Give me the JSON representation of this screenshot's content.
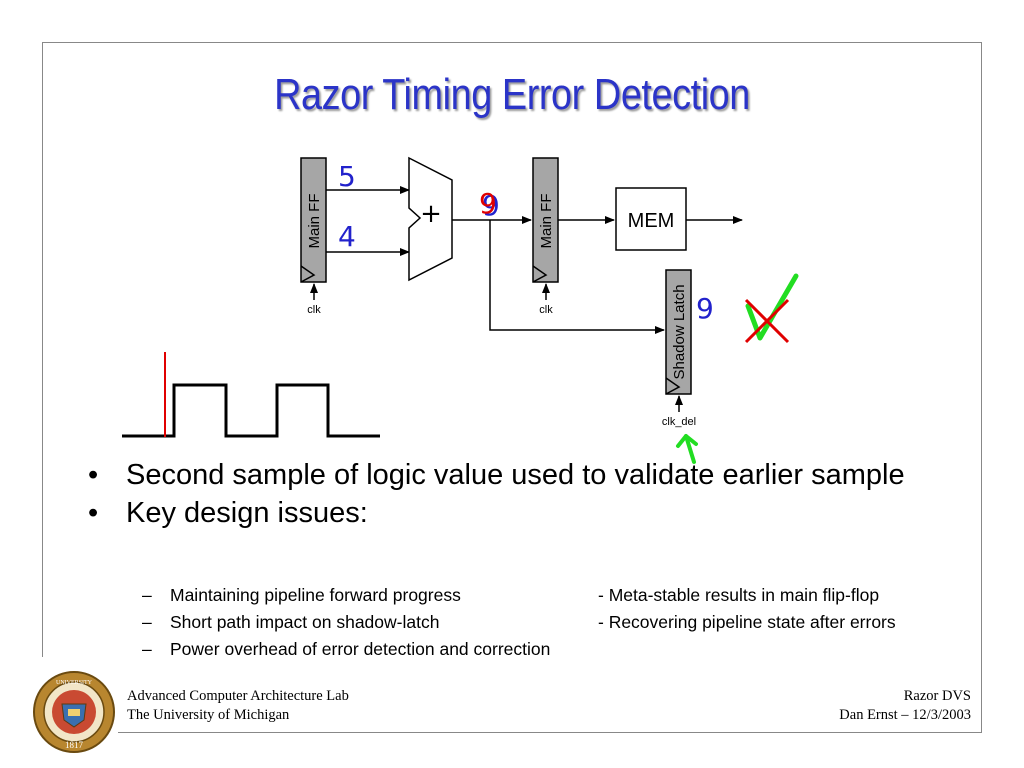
{
  "slide": {
    "title": "Razor Timing Error Detection"
  },
  "diagram": {
    "main_ff_left_label": "Main FF",
    "main_ff_right_label": "Main FF",
    "shadow_latch_label": "Shadow Latch",
    "adder_symbol": "+",
    "mem_label": "MEM",
    "clk_left": "clk",
    "clk_right": "clk",
    "clk_del": "clk_del",
    "input_a": "5",
    "input_b": "4",
    "sum_new": "9",
    "sum_old": "9",
    "shadow_value": "9",
    "colors": {
      "digit_blue": "#2222cc",
      "red_mark": "#e00000",
      "green_mark": "#22dd22",
      "ff_fill": "#a6a6a6"
    }
  },
  "bullets": [
    {
      "text": "Second sample of logic value used to validate earlier sample"
    },
    {
      "text": "Key design issues:"
    }
  ],
  "bullet_marker": "•",
  "sub_marker": "–",
  "issues_left": [
    "Maintaining pipeline forward progress",
    "Short path impact on shadow-latch",
    "Power overhead of error detection and correction"
  ],
  "issues_right": [
    "- Meta-stable results in main flip-flop",
    "- Recovering pipeline state after errors"
  ],
  "footer": {
    "org_line1": "Advanced Computer Architecture Lab",
    "org_line2": "The University of Michigan",
    "right_line1": "Razor DVS",
    "right_line2": "Dan Ernst – 12/3/2003",
    "seal_top_text": "THE UNIVERSITY OF MICHIGAN",
    "seal_year": "1817"
  }
}
